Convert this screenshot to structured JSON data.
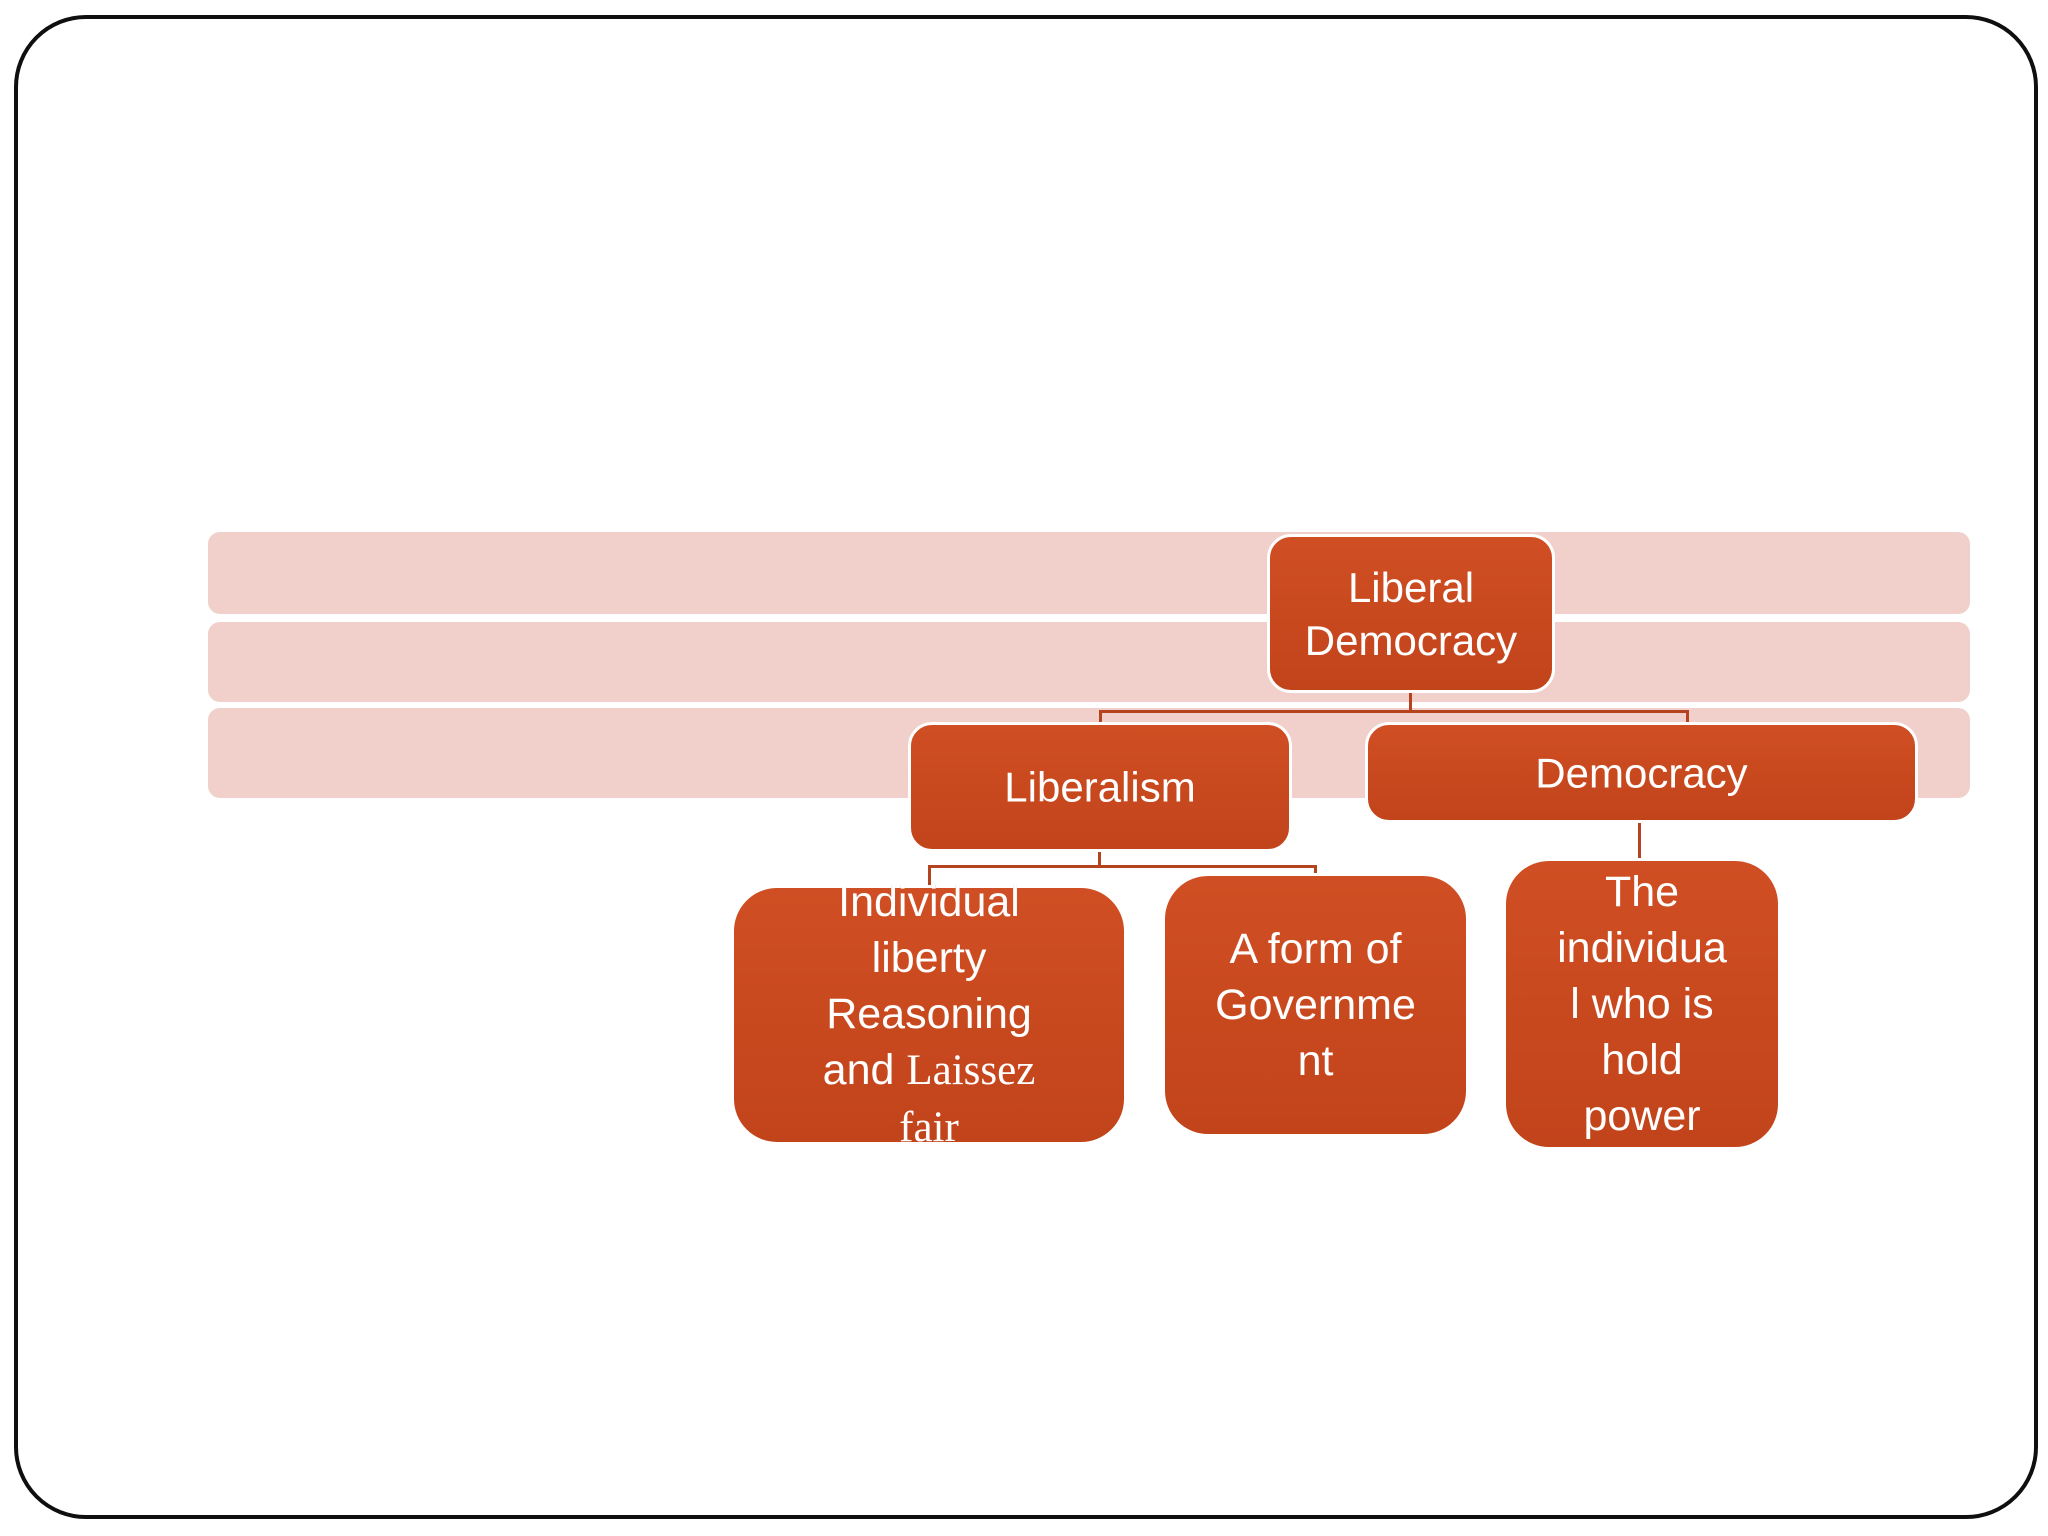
{
  "slide": {
    "background_color": "#ffffff",
    "frame_border_color": "#0f0f0f"
  },
  "palette": {
    "node_fill": "#c8491f",
    "node_border": "#ffffff",
    "node_text": "#ffffff",
    "overflow_text": "#c3451b",
    "band_fill": "#f1d0cb",
    "connector": "#b4431e"
  },
  "hierarchy": {
    "root": {
      "id": "liberal-democracy",
      "label": "Liberal\nDemocracy",
      "children": [
        {
          "id": "liberalism",
          "label": "Liberalism",
          "children": [
            {
              "id": "individual-liberty",
              "label_sans": "Individual\nliberty\nReasoning\nand ",
              "label_serif": "Laissez\nfair"
            },
            {
              "id": "form-of-government",
              "label": "A form of\nGovernme\nnt"
            }
          ]
        },
        {
          "id": "democracy",
          "label": "Democracy",
          "children": [
            {
              "id": "who-holds-power",
              "label": "The\nindividua\nl who is\nhold\npower"
            }
          ]
        }
      ]
    }
  }
}
